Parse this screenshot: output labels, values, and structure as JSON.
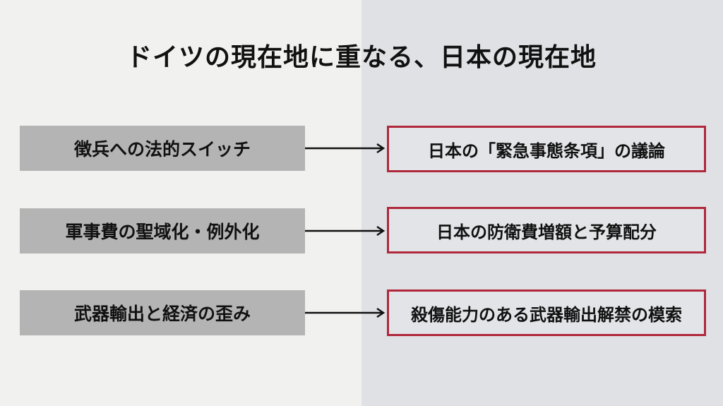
{
  "title": "ドイツの現在地に重なる、日本の現在地",
  "rows": [
    {
      "germany": "徴兵への法的スイッチ",
      "japan": "日本の「緊急事態条項」の議論"
    },
    {
      "germany": "軍事費の聖域化・例外化",
      "japan": "日本の防衛費増額と予算配分"
    },
    {
      "germany": "武器輸出と経済の歪み",
      "japan": "殺傷能力のある武器輸出解禁の模索"
    }
  ],
  "colors": {
    "accent_border": "#b0283c",
    "left_box": "#b4b4b4"
  }
}
